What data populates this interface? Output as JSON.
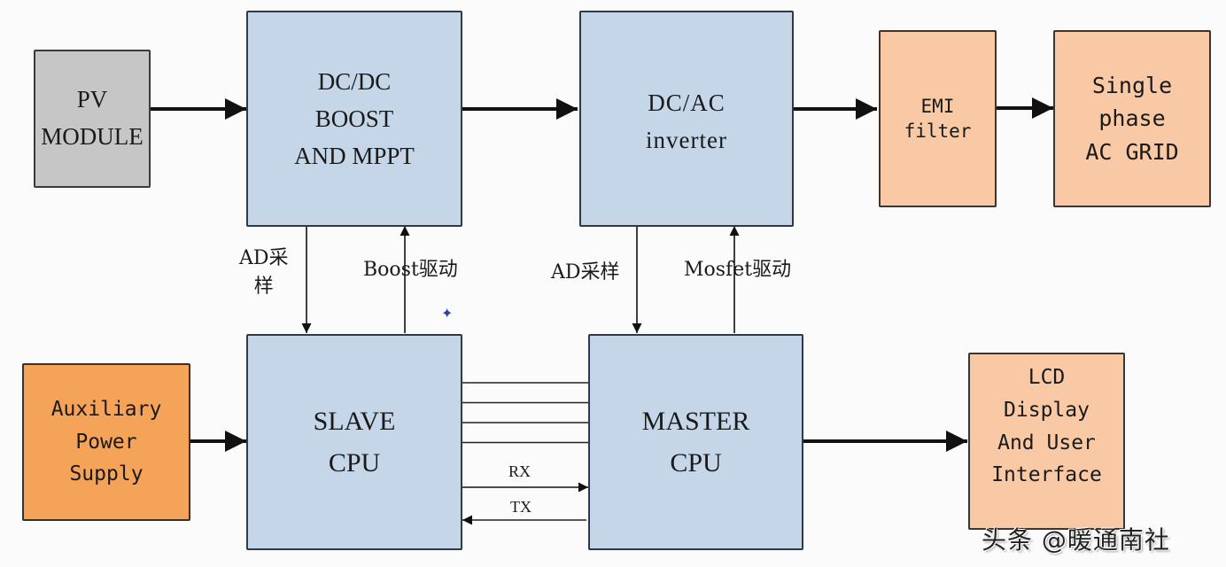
{
  "diagram": {
    "title": "PV grid-tie inverter system block diagram",
    "colors": {
      "processing_block": "#c5d6e8",
      "source_block": "#c6c6c6",
      "output_block": "#f8c9a4",
      "power_block": "#f4a358",
      "wire": "#111111",
      "marker": "#2a3fa8"
    },
    "blocks": {
      "pv_module": "PV\nMODULE",
      "dcdc_boost": "DC/DC\nBOOST\nAND MPPT",
      "dcac_inverter": "DC/AC\ninverter",
      "emi_filter": "EMI\nfilter",
      "ac_grid": "Single\nphase\nAC GRID",
      "aux_power": "Auxiliary\nPower\nSupply",
      "slave_cpu": "SLAVE\nCPU",
      "master_cpu": "MASTER\nCPU",
      "lcd_display": "LCD\nDisplay\nAnd User\nInterface"
    },
    "signals": {
      "slave_ad_sampling": "AD采\n样",
      "boost_drive": "Boost驱动",
      "master_ad_sampling": "AD采样",
      "mosfet_drive": "Mosfet驱动",
      "rx": "RX",
      "tx": "TX"
    },
    "bus_line_count": 4,
    "marker_glyph": "✦",
    "watermark": "头条 @暖通南社"
  }
}
